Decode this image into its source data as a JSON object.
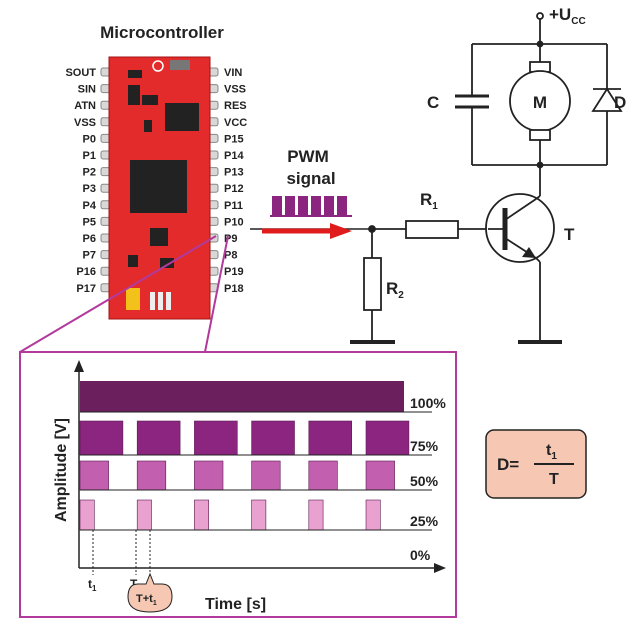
{
  "title": "Microcontroller",
  "pins_left": [
    "SOUT",
    "SIN",
    "ATN",
    "VSS",
    "P0",
    "P1",
    "P2",
    "P3",
    "P4",
    "P5",
    "P6",
    "P7",
    "P16",
    "P17"
  ],
  "pins_right": [
    "VIN",
    "VSS",
    "RES",
    "VCC",
    "P15",
    "P14",
    "P13",
    "P12",
    "P11",
    "P10",
    "P9",
    "P8",
    "P19",
    "P18"
  ],
  "pwm_label_line1": "PWM",
  "pwm_label_line2": "signal",
  "supply_label": "+U",
  "supply_sub": "CC",
  "capacitor_label": "C",
  "motor_label": "M",
  "diode_label": "D",
  "transistor_label": "T",
  "r1_label": "R",
  "r1_sub": "1",
  "r2_label": "R",
  "r2_sub": "2",
  "duty_levels": [
    {
      "label": "100%",
      "duty": 1.0,
      "color": "#6b1f5c"
    },
    {
      "label": "75%",
      "duty": 0.75,
      "color": "#8c2580"
    },
    {
      "label": "50%",
      "duty": 0.5,
      "color": "#c25fae"
    },
    {
      "label": "25%",
      "duty": 0.25,
      "color": "#e9a1cf"
    },
    {
      "label": "0%",
      "duty": 0,
      "color": "#e9a1cf"
    }
  ],
  "y_axis_label": "Amplitude [V]",
  "x_axis_label": "Time [s]",
  "tick_t1": "t",
  "tick_t1_sub": "1",
  "tick_T": "T",
  "tick_Tt1": "T+t",
  "tick_Tt1_sub": "1",
  "formula_lhs": "D=",
  "formula_num": "t",
  "formula_num_sub": "1",
  "formula_den": "T",
  "colors": {
    "board": "#e32b2b",
    "frame": "#b23a9c",
    "formula_bg": "#f6c8b4",
    "arrow": "#e01b1b"
  }
}
